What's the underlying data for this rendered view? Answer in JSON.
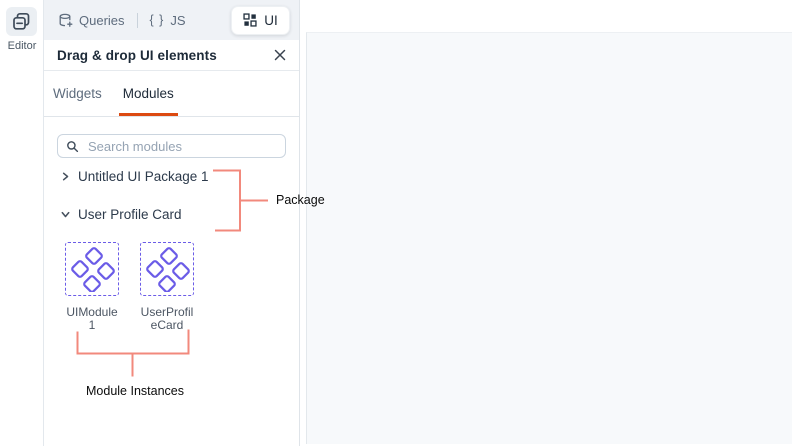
{
  "colors": {
    "accent_orange": "#DC4A11",
    "module_purple": "#6B5CE7",
    "annotation_salmon": "#F2897C",
    "canvas_bg": "#F7F9FB",
    "topbar_bg": "#EFF2F6"
  },
  "rail": {
    "editor_label": "Editor"
  },
  "topbar": {
    "tabs": [
      {
        "label": "Queries",
        "icon": "queries-database-icon"
      },
      {
        "label": "JS",
        "icon_text": "{ }"
      },
      {
        "label": "UI",
        "icon": "ui-grid-icon",
        "active": true
      }
    ]
  },
  "panel": {
    "title": "Drag & drop UI elements",
    "tabs": [
      {
        "label": "Widgets",
        "active": false
      },
      {
        "label": "Modules",
        "active": true
      }
    ],
    "search": {
      "placeholder": "Search modules"
    },
    "tree": [
      {
        "label": "Untitled UI Package 1",
        "state": "collapsed"
      },
      {
        "label": "User Profile Card",
        "state": "expanded"
      }
    ],
    "modules": [
      {
        "label": "UIModule 1"
      },
      {
        "label": "UserProfileCard"
      }
    ]
  },
  "annotations": {
    "package_label": "Package",
    "instances_label": "Module Instances"
  }
}
